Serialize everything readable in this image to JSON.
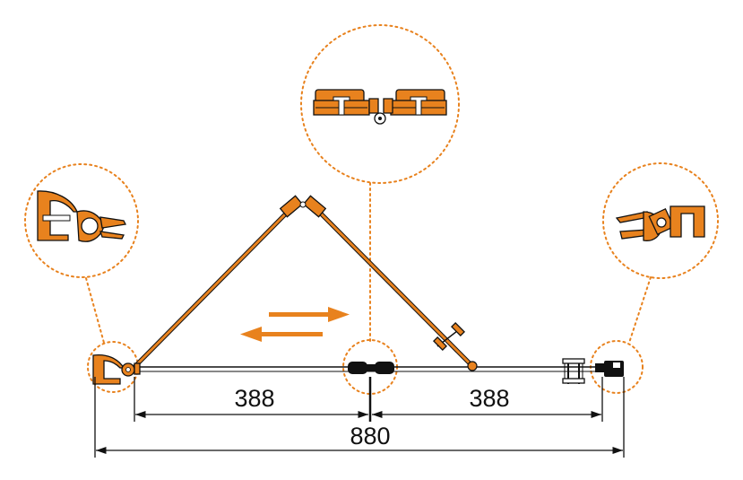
{
  "colors": {
    "accent": "#E8821E",
    "outline": "#E8821E",
    "line": "#111111",
    "hardware_dark": "#111111"
  },
  "dimensions": {
    "left_panel": "388",
    "right_panel": "388",
    "total_width": "880"
  },
  "direction_arrows": [
    "arrow-right-icon",
    "arrow-left-icon"
  ],
  "callouts": [
    "wall-profile-detail",
    "center-magnetic-seal-detail",
    "wall-profile-hinge-detail"
  ]
}
